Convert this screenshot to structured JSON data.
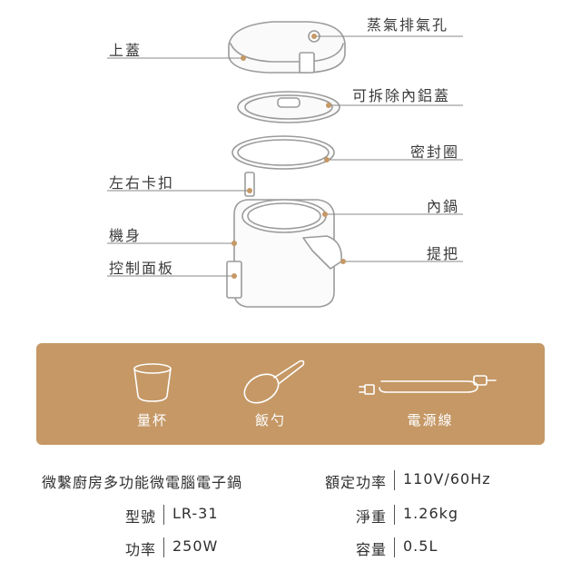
{
  "parts": {
    "steam_vent": "蒸氣排氣孔",
    "top_lid": "上蓋",
    "inner_lid": "可拆除內鋁蓋",
    "seal_ring": "密封圈",
    "side_clips": "左右卡扣",
    "inner_pot": "內鍋",
    "body": "機身",
    "handle": "提把",
    "control_panel": "控制面板"
  },
  "accessories": {
    "measuring_cup": "量杯",
    "rice_scoop": "飯勺",
    "power_cord": "電源線"
  },
  "specs": {
    "product_name": "微繫廚房多功能微電腦電子鍋",
    "rows": [
      {
        "label": "型號",
        "value": "LR-31"
      },
      {
        "label": "功率",
        "value": "250W"
      },
      {
        "label": "額定功率",
        "value": "110V/60Hz"
      },
      {
        "label": "淨重",
        "value": "1.26kg"
      },
      {
        "label": "容量",
        "value": "0.5L"
      }
    ]
  },
  "colors": {
    "accessory_panel": "#c59866",
    "line_art": "#9a9a9a",
    "accent": "#c59866"
  }
}
